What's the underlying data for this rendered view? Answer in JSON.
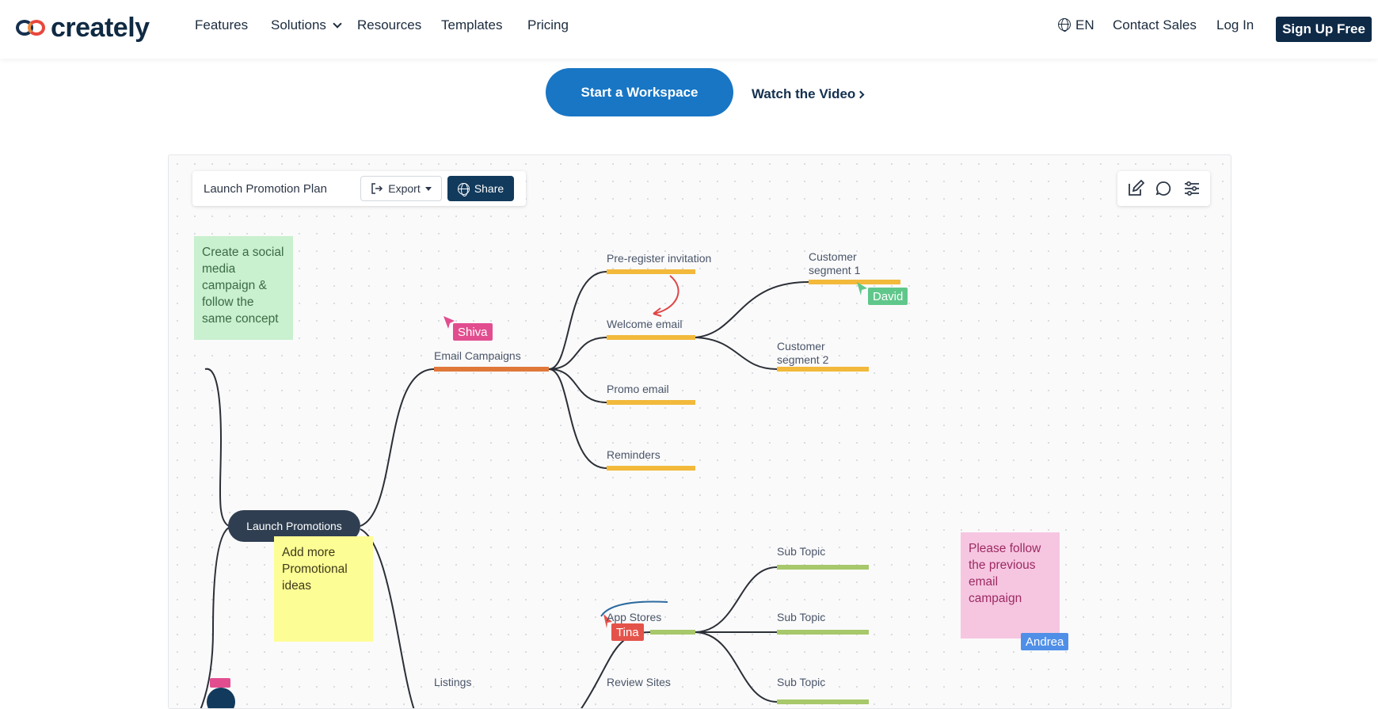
{
  "nav": {
    "brand": "creately",
    "links": [
      "Features",
      "Solutions",
      "Resources",
      "Templates",
      "Pricing"
    ],
    "language": "EN",
    "contact": "Contact Sales",
    "login": "Log In",
    "signup": "Sign Up Free"
  },
  "hero": {
    "start_label": "Start a Workspace",
    "video_label": "Watch the Video"
  },
  "canvas": {
    "doc_title": "Launch Promotion Plan",
    "export_label": "Export",
    "share_label": "Share",
    "root": "Launch Promotions",
    "branches": {
      "email": "Email Campaigns",
      "listings": "Listings",
      "app_stores": "App Stores",
      "review_sites": "Review Sites"
    },
    "email_children": [
      "Pre-register invitation",
      "Welcome email",
      "Promo email",
      "Reminders"
    ],
    "segments": [
      "Customer segment 1",
      "Customer segment 2"
    ],
    "sub_topics": [
      "Sub Topic",
      "Sub Topic",
      "Sub Topic"
    ],
    "stickies": {
      "green": "Create a social media campaign & follow the same concept",
      "yellow": "Add more Promotional ideas",
      "pink": "Please follow the previous email campaign"
    },
    "cursors": [
      "Shiva",
      "David",
      "Tina",
      "Andrea"
    ],
    "colors": {
      "email_branch": "#e0783a",
      "email_leaf": "#f2b93b",
      "listing_leaf": "#a7c86b",
      "root": "#2f3e51"
    }
  }
}
